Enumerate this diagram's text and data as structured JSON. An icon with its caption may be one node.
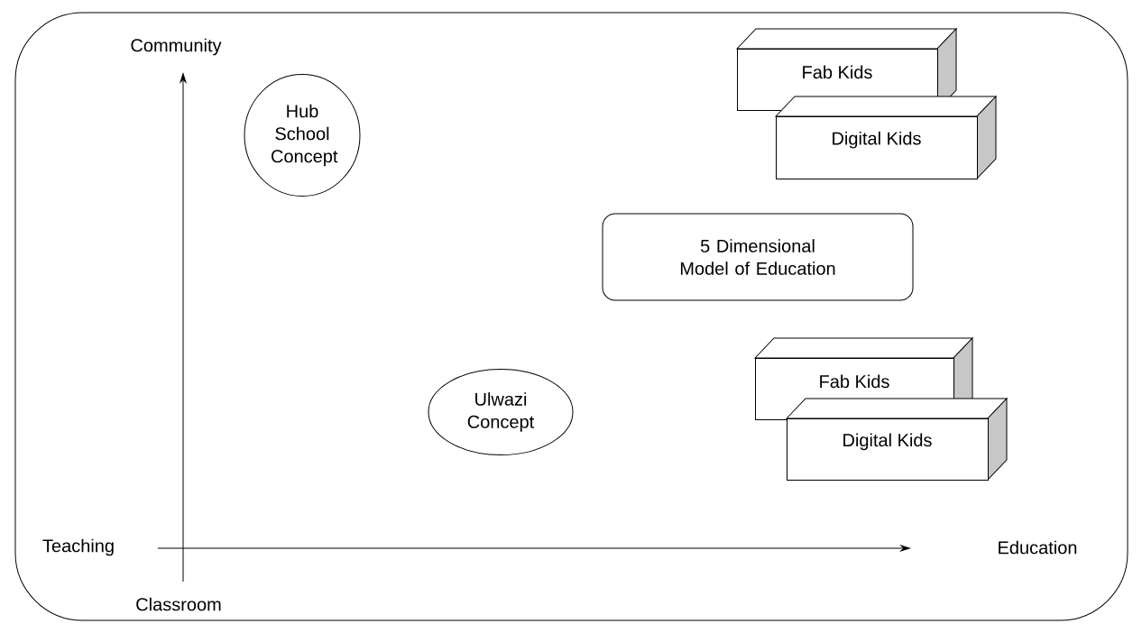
{
  "diagram": {
    "nodes": [
      {
        "text": [
          "Hub School Concept"
        ]
      },
      {
        "text": [
          "Fab Kids"
        ]
      },
      {
        "text": [
          "Digital Kids"
        ]
      },
      {
        "text": [
          "5 Dimensional Model of Education"
        ]
      },
      {
        "text": [
          "Fab Kids"
        ]
      },
      {
        "text": [
          "Digital Kids"
        ]
      },
      {
        "text": [
          "Ulwazi Concept"
        ]
      }
    ],
    "labels": [
      "Community",
      "Teaching",
      "Education",
      "Classroom"
    ]
  }
}
